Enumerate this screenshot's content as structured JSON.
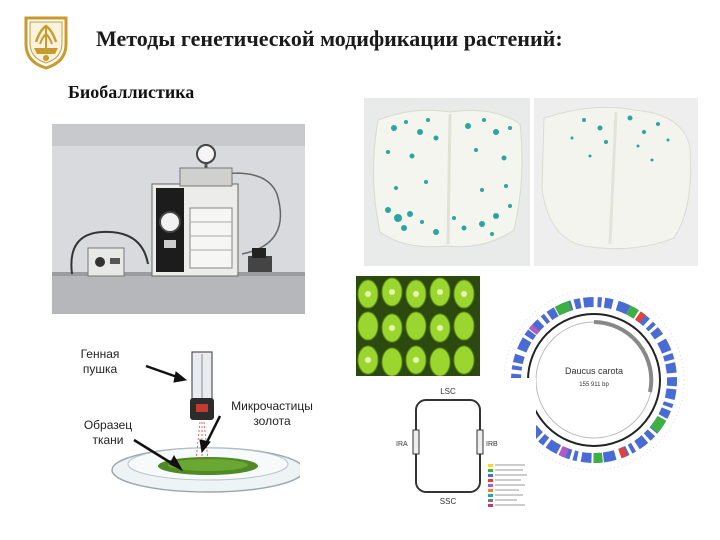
{
  "header": {
    "title": "Методы генетической модификации растений:",
    "subtitle": "Биобаллистика"
  },
  "labels": {
    "gene_gun": [
      "Генная",
      "пушка"
    ],
    "tissue_sample": [
      "Образец",
      "ткани"
    ],
    "gold_microparticles": [
      "Микрочастицы",
      "золота"
    ]
  },
  "genome_map": {
    "organism": "Daucus carota",
    "size": "155 911 bp"
  },
  "chloroplast_diagram": {
    "lsc": "LSC",
    "ssc": "SSC",
    "ira": "IRA",
    "irb": "IRB"
  },
  "colors": {
    "gus_stain": "#2aa6a0",
    "leaf_green": "#8fcf2a",
    "logo_gold": "#c99a2e"
  }
}
